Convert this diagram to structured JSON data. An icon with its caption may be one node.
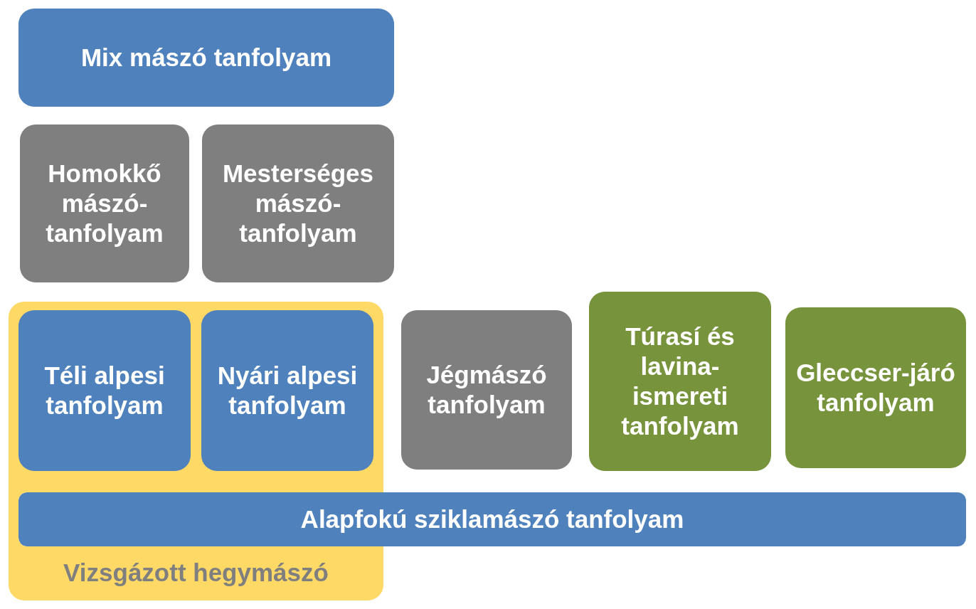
{
  "diagram": {
    "nodes": [
      {
        "text": [
          "Mix mászó tanfolyam"
        ]
      },
      {
        "text": [
          "Homokkő mászó-tanfolyam"
        ]
      },
      {
        "text": [
          "Mesterséges mászó-tanfolyam"
        ]
      },
      {
        "text": [
          "Vizsgázott hegymászó"
        ]
      },
      {
        "text": [
          "Téli alpesi tanfolyam"
        ],
        "in": 3
      },
      {
        "text": [
          "Nyári alpesi tanfolyam"
        ],
        "in": 3
      },
      {
        "text": [
          "Jégmászó tanfolyam"
        ]
      },
      {
        "text": [
          "Túrasí és lavina-ismereti tanfolyam"
        ]
      },
      {
        "text": [
          "Gleccser-járó tanfolyam"
        ]
      },
      {
        "text": [
          "Alapfokú sziklamászó tanfolyam"
        ]
      }
    ],
    "edges": []
  }
}
